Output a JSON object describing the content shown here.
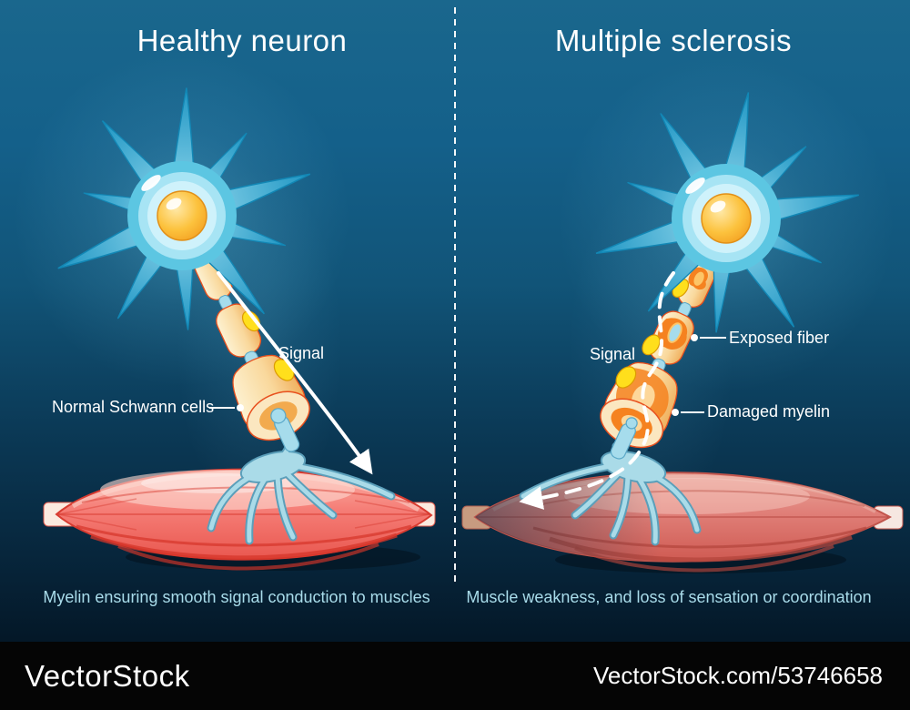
{
  "panels": {
    "left": {
      "title": "Healthy neuron",
      "signal_label": "Signal",
      "schwann_label": "Normal Schwann cells",
      "caption": "Myelin ensuring smooth signal conduction to muscles"
    },
    "right": {
      "title": "Multiple sclerosis",
      "signal_label": "Signal",
      "exposed_label": "Exposed fiber",
      "damaged_label": "Damaged myelin",
      "caption": "Muscle weakness, and loss of sensation or coordination"
    }
  },
  "footer": {
    "brand": "VectorStock",
    "credit": "VectorStock.com/53746658"
  },
  "colors": {
    "background_top": "#17618a",
    "background_bottom": "#03101c",
    "caption_text": "#a9dcea",
    "label_text": "#ffffff",
    "neuron_cyan": "#5cc6e2",
    "nucleus_orange": "#f9b830",
    "myelin_cream": "#f9d89c",
    "lesion_orange": "#f58220",
    "muscle_pink": "#f57d76",
    "footer_background": "#050505"
  }
}
